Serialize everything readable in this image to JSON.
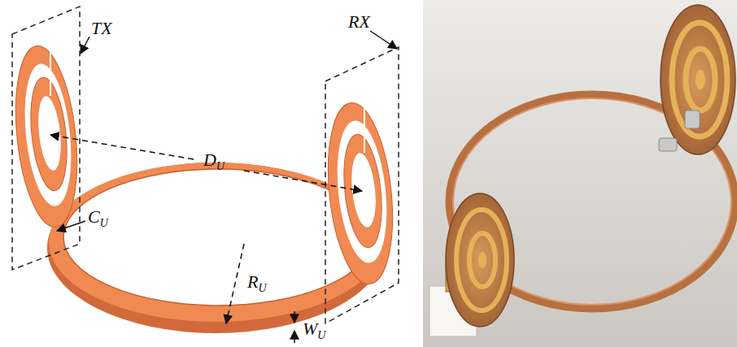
{
  "diagram": {
    "labels": [
      "TX",
      "RX",
      "DU",
      "CU",
      "RU",
      "WU"
    ]
  }
}
